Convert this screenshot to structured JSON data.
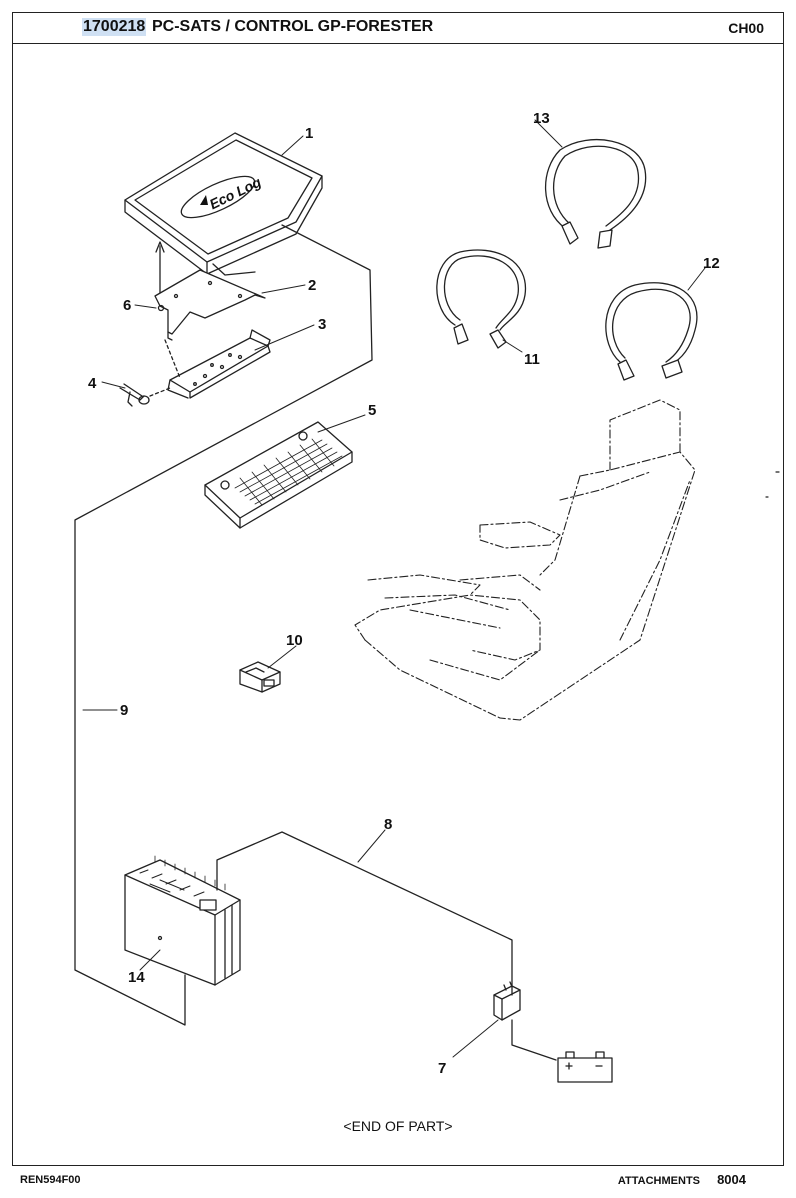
{
  "header": {
    "part_number": "1700218",
    "title": "PC-SATS / CONTROL GP-FORESTER",
    "code": "CH00"
  },
  "diagram": {
    "brand_logo": "Eco Log",
    "callouts": [
      "1",
      "2",
      "3",
      "4",
      "5",
      "6",
      "7",
      "8",
      "9",
      "10",
      "11",
      "12",
      "13",
      "14"
    ]
  },
  "end_of_part": "<END OF PART>",
  "footer": {
    "reference": "REN594F00",
    "section": "ATTACHMENTS",
    "page": "8004"
  }
}
